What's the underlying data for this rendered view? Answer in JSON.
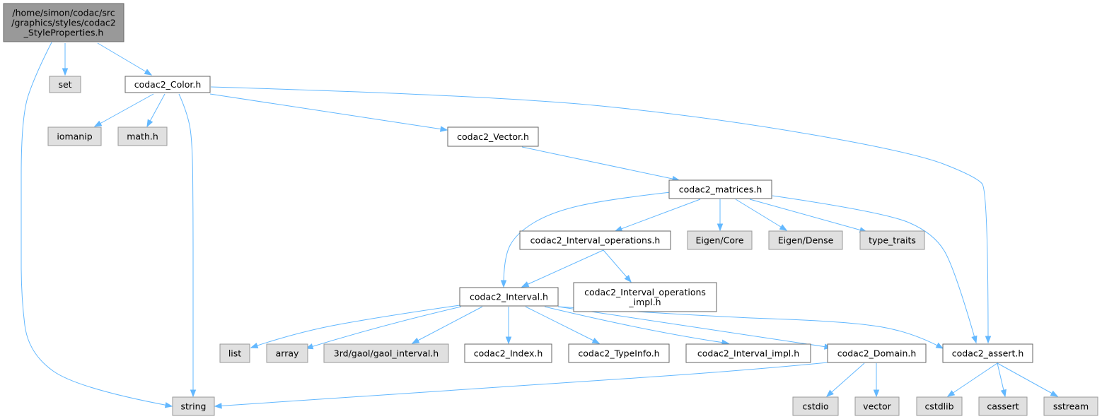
{
  "colors": {
    "root_fill": "#999999",
    "root_stroke": "#666666",
    "doc_fill": "#ffffff",
    "doc_stroke": "#666666",
    "external_fill": "#e0e0e0",
    "external_stroke": "#999999",
    "edge": "#63b8ff"
  },
  "nodes": [
    {
      "id": "root",
      "kind": "root",
      "lines": [
        "/home/simon/codac/src",
        "/graphics/styles/codac2",
        "_StyleProperties.h"
      ]
    },
    {
      "id": "set",
      "kind": "external",
      "lines": [
        "set"
      ]
    },
    {
      "id": "color",
      "kind": "doc",
      "lines": [
        "codac2_Color.h"
      ]
    },
    {
      "id": "iomanip",
      "kind": "external",
      "lines": [
        "iomanip"
      ]
    },
    {
      "id": "mathh",
      "kind": "external",
      "lines": [
        "math.h"
      ]
    },
    {
      "id": "vector_h",
      "kind": "doc",
      "lines": [
        "codac2_Vector.h"
      ]
    },
    {
      "id": "matrices",
      "kind": "doc",
      "lines": [
        "codac2_matrices.h"
      ]
    },
    {
      "id": "intops",
      "kind": "doc",
      "lines": [
        "codac2_Interval_operations.h"
      ]
    },
    {
      "id": "eigencore",
      "kind": "external",
      "lines": [
        "Eigen/Core"
      ]
    },
    {
      "id": "eigendense",
      "kind": "external",
      "lines": [
        "Eigen/Dense"
      ]
    },
    {
      "id": "typetraits",
      "kind": "external",
      "lines": [
        "type_traits"
      ]
    },
    {
      "id": "interval",
      "kind": "doc",
      "lines": [
        "codac2_Interval.h"
      ]
    },
    {
      "id": "intopsimpl",
      "kind": "doc",
      "lines": [
        "codac2_Interval_operations",
        "_impl.h"
      ]
    },
    {
      "id": "list",
      "kind": "external",
      "lines": [
        "list"
      ]
    },
    {
      "id": "array",
      "kind": "external",
      "lines": [
        "array"
      ]
    },
    {
      "id": "gaol",
      "kind": "external",
      "lines": [
        "3rd/gaol/gaol_interval.h"
      ]
    },
    {
      "id": "index",
      "kind": "doc",
      "lines": [
        "codac2_Index.h"
      ]
    },
    {
      "id": "typeinfo",
      "kind": "doc",
      "lines": [
        "codac2_TypeInfo.h"
      ]
    },
    {
      "id": "intimpl",
      "kind": "doc",
      "lines": [
        "codac2_Interval_impl.h"
      ]
    },
    {
      "id": "domain",
      "kind": "doc",
      "lines": [
        "codac2_Domain.h"
      ]
    },
    {
      "id": "assert",
      "kind": "doc",
      "lines": [
        "codac2_assert.h"
      ]
    },
    {
      "id": "string",
      "kind": "external",
      "lines": [
        "string"
      ]
    },
    {
      "id": "cstdio",
      "kind": "external",
      "lines": [
        "cstdio"
      ]
    },
    {
      "id": "vector",
      "kind": "external",
      "lines": [
        "vector"
      ]
    },
    {
      "id": "cstdlib",
      "kind": "external",
      "lines": [
        "cstdlib"
      ]
    },
    {
      "id": "cassert",
      "kind": "external",
      "lines": [
        "cassert"
      ]
    },
    {
      "id": "sstream",
      "kind": "external",
      "lines": [
        "sstream"
      ]
    }
  ],
  "edges": [
    {
      "from": "root",
      "to": "string"
    },
    {
      "from": "root",
      "to": "set"
    },
    {
      "from": "root",
      "to": "color"
    },
    {
      "from": "color",
      "to": "iomanip"
    },
    {
      "from": "color",
      "to": "mathh"
    },
    {
      "from": "color",
      "to": "string"
    },
    {
      "from": "color",
      "to": "vector_h"
    },
    {
      "from": "color",
      "to": "assert"
    },
    {
      "from": "vector_h",
      "to": "matrices"
    },
    {
      "from": "matrices",
      "to": "interval"
    },
    {
      "from": "matrices",
      "to": "intops"
    },
    {
      "from": "matrices",
      "to": "eigencore"
    },
    {
      "from": "matrices",
      "to": "eigendense"
    },
    {
      "from": "matrices",
      "to": "typetraits"
    },
    {
      "from": "matrices",
      "to": "assert"
    },
    {
      "from": "intops",
      "to": "interval"
    },
    {
      "from": "intops",
      "to": "intopsimpl"
    },
    {
      "from": "interval",
      "to": "list"
    },
    {
      "from": "interval",
      "to": "array"
    },
    {
      "from": "interval",
      "to": "gaol"
    },
    {
      "from": "interval",
      "to": "index"
    },
    {
      "from": "interval",
      "to": "typeinfo"
    },
    {
      "from": "interval",
      "to": "intimpl"
    },
    {
      "from": "interval",
      "to": "domain"
    },
    {
      "from": "interval",
      "to": "assert"
    },
    {
      "from": "domain",
      "to": "string"
    },
    {
      "from": "domain",
      "to": "cstdio"
    },
    {
      "from": "domain",
      "to": "vector"
    },
    {
      "from": "assert",
      "to": "cstdlib"
    },
    {
      "from": "assert",
      "to": "cassert"
    },
    {
      "from": "assert",
      "to": "sstream"
    }
  ]
}
